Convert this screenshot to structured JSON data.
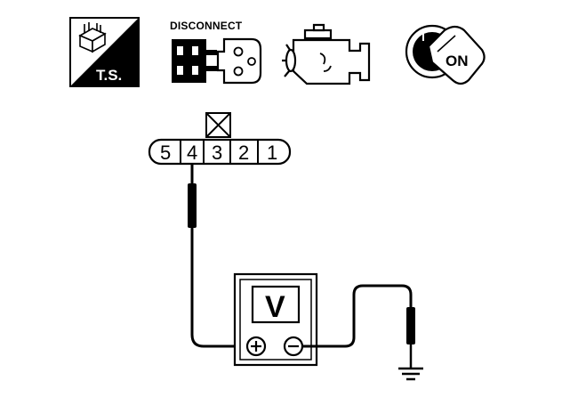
{
  "icons": {
    "test_signal": {
      "icon": "test-signal-ts-icon",
      "label": "T.S."
    },
    "disconnect": {
      "icon": "disconnect-connector-icon",
      "label": "DISCONNECT"
    },
    "engine": {
      "icon": "engine-icon"
    },
    "ignition": {
      "icon": "ignition-key-icon",
      "label": "ON"
    }
  },
  "connector": {
    "terminals": [
      "5",
      "4",
      "3",
      "2",
      "1"
    ],
    "probed_terminal": "4",
    "unused_terminal": "3"
  },
  "voltmeter": {
    "display": "V",
    "positive_symbol": "+",
    "negative_symbol": "−"
  },
  "ground": {
    "icon": "ground-symbol-icon"
  },
  "colors": {
    "line": "#000000",
    "background": "#ffffff"
  }
}
